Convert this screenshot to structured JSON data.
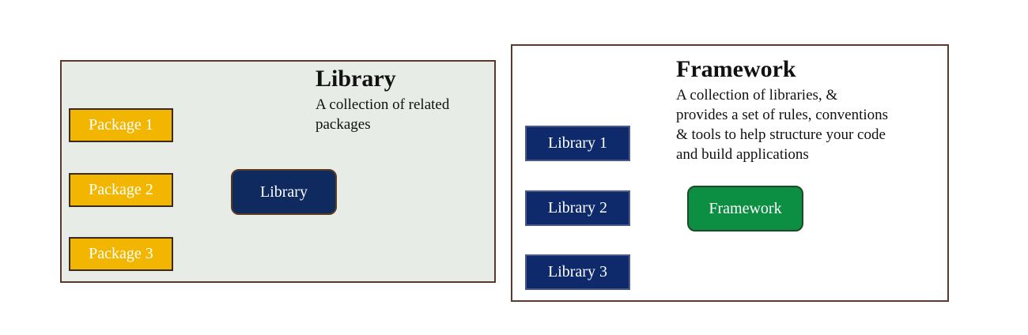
{
  "library_panel": {
    "title": "Library",
    "description": "A collection of related\npackages",
    "hub": {
      "label": "Library",
      "color": "#0e2a5e"
    },
    "node_color": "#f2b600",
    "nodes": [
      {
        "label": "Package 1"
      },
      {
        "label": "Package 2"
      },
      {
        "label": "Package 3"
      }
    ]
  },
  "framework_panel": {
    "title": "Framework",
    "description": "A collection of libraries, &\nprovides a set of rules, conventions\n& tools to help structure your code\nand build applications",
    "hub": {
      "label": "Framework",
      "color": "#0d8f43"
    },
    "node_color": "#0e2a6b",
    "nodes": [
      {
        "label": "Library 1"
      },
      {
        "label": "Library 2"
      },
      {
        "label": "Library 3"
      }
    ]
  }
}
